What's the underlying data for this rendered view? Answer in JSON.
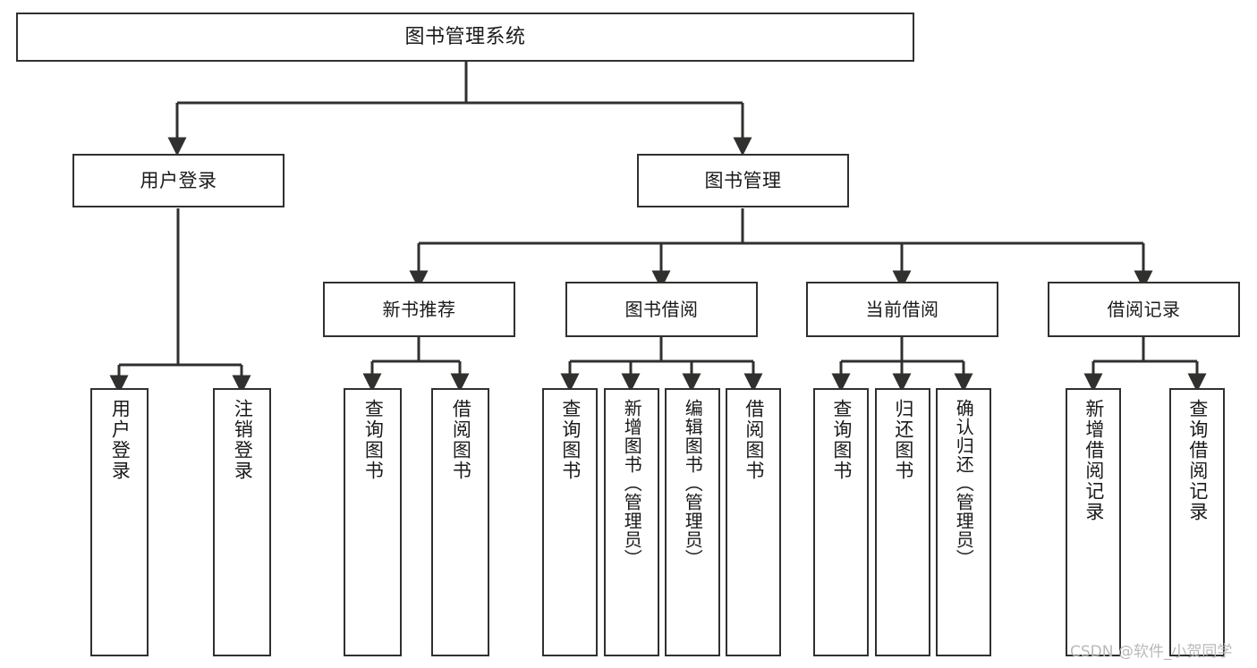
{
  "diagram": {
    "title": "图书管理系统",
    "type": "tree-hierarchy-chart",
    "watermark": "CSDN @软件_小贺同学",
    "colors": {
      "background": "#ffffff",
      "box_border": "#30302f",
      "box_fill": "#ffffff",
      "connector": "#30302f",
      "text": "#1a1a1a",
      "watermark": "#b9b9b9"
    },
    "nodes": {
      "root": {
        "label": "图书管理系统"
      },
      "level2": [
        {
          "label": "用户登录"
        },
        {
          "label": "图书管理"
        }
      ],
      "level3": [
        {
          "label": "新书推荐"
        },
        {
          "label": "图书借阅"
        },
        {
          "label": "当前借阅"
        },
        {
          "label": "借阅记录"
        }
      ],
      "leaves": {
        "user_login": [
          {
            "label": "用户登录"
          },
          {
            "label": "注销登录"
          }
        ],
        "new_book": [
          {
            "label": "查询图书"
          },
          {
            "label": "借阅图书"
          }
        ],
        "book_borrow": [
          {
            "label": "查询图书"
          },
          {
            "label": "新增图书（管理员）"
          },
          {
            "label": "编辑图书（管理员）"
          },
          {
            "label": "借阅图书"
          }
        ],
        "current_borrow": [
          {
            "label": "查询图书"
          },
          {
            "label": "归还图书"
          },
          {
            "label": "确认归还（管理员）"
          }
        ],
        "borrow_record": [
          {
            "label": "新增借阅记录"
          },
          {
            "label": "查询借阅记录"
          }
        ]
      }
    }
  }
}
